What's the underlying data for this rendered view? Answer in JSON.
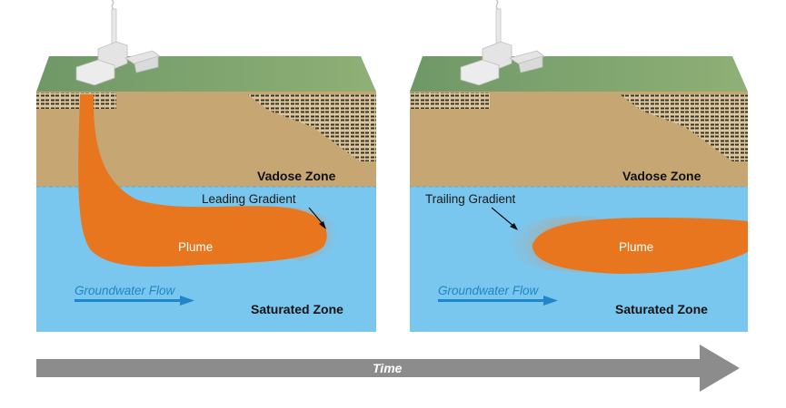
{
  "panels": [
    {
      "id": "before",
      "zone_top": "Vadose Zone",
      "zone_bottom": "Saturated Zone",
      "gradient_label": "Leading Gradient",
      "plume_label": "Plume",
      "flow_label": "Groundwater Flow"
    },
    {
      "id": "after",
      "zone_top": "Vadose Zone",
      "zone_bottom": "Saturated Zone",
      "gradient_label": "Trailing Gradient",
      "plume_label": "Plume",
      "flow_label": "Groundwater Flow"
    }
  ],
  "timeline": {
    "label": "Time"
  },
  "colors": {
    "surface": "#7fa66e",
    "vadose": "#c6a673",
    "saturated": "#79c6ee",
    "plume": "#e8761e",
    "flow_arrow": "#1f86c9",
    "time_arrow": "#8c8c8c"
  }
}
